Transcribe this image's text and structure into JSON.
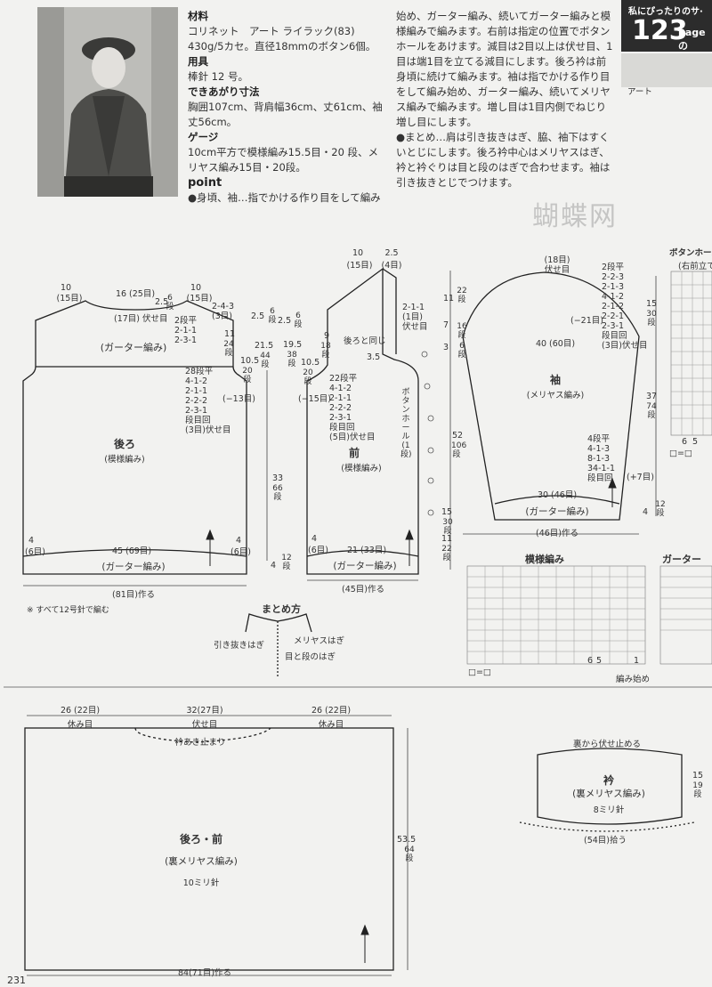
{
  "header": {
    "series_title": "私にぴったりのサ·",
    "page_number": "123",
    "page_suffix": "page の",
    "art_label": "アート"
  },
  "materials": {
    "h_material": "材料",
    "material": "コリネット　アート ライラック(83) 430g/5カセ。直径18mmのボタン6個。",
    "h_tools": "用具",
    "tools": "棒針 12 号。",
    "h_size": "できあがり寸法",
    "size": "胸囲107cm、背肩幅36cm、丈61cm、袖丈56cm。",
    "h_gauge": "ゲージ",
    "gauge": "10cm平方で模様編み15.5目・20 段、メリヤス編み15目・20段。",
    "h_point": "point",
    "point_start": "●身頃、袖…指でかける作り目をして編み"
  },
  "instructions": {
    "para1": "始め、ガーター編み、続いてガーター編みと模様編みで編みます。右前は指定の位置でボタンホールをあけます。減目は2目以上は伏せ目、1目は端1目を立てる減目にします。後ろ衿は前身頃に続けて編みます。袖は指でかける作り目をして編み始め、ガーター編み、続いてメリヤス編みで編みます。増し目は1目内側でねじり増し目にします。",
    "para2": "●まとめ…肩は引き抜きはぎ、脇、袖下はすくいとじにします。後ろ衿中心はメリヤスはぎ、衿と衿ぐりは目と段のはぎで合わせます。袖は引き抜きとじでつけます。"
  },
  "watermark": "蝴蝶网",
  "back": {
    "title": "後ろ",
    "stitch": "(模様編み)",
    "top_border": "(ガーター編み)",
    "bottom_border": "(ガーター編み)",
    "cast": "(81目)作る",
    "width": "45 (69目)",
    "shoulder_l": "10",
    "shoulder_l2": "(15目)",
    "neck_w": "16 (25目)",
    "shoulder_r": "10",
    "shoulder_r2": "(15目)",
    "neck_bind": "(17目) 伏せ目",
    "neck_drop": "2.5",
    "neck_rows": "6段",
    "neck_dec": "2段平\n2-1-1\n2-3-1",
    "shoulder_dec": "2-4-3\n(3目)",
    "armhole_h": "11",
    "armhole_rows": "24段",
    "armhole_dec": "28段平\n4-1-2\n2-1-1\n2-2-2\n2-3-1\n段目回\n(3目)伏せ目",
    "minus13": "(−13目)",
    "edge": "4",
    "edge_sts": "(6目)",
    "body_h": "33",
    "body_rows": "66段",
    "hem_h": "4",
    "hem_rows": "12段",
    "a21": "21.5",
    "a21r": "44段",
    "a105": "10.5",
    "a105r": "20段",
    "a25": "2.5",
    "a25r": "6段"
  },
  "front": {
    "title": "前",
    "stitch": "(模様編み)",
    "bottom_border": "(ガーター編み)",
    "cast": "(45目)作る",
    "width": "21 (33目)",
    "collar_w": "10",
    "collar_sts": "(15目)",
    "collar_w2": "2.5",
    "collar_sts2": "(4目)",
    "same_as_back": "後ろと同じ",
    "neck_dec": "22段平\n4-1-2\n2-1-1\n2-2-2\n2-3-1\n段目回\n(5目)伏せ目",
    "collar_dec": "2-1-1\n(1目)\n伏せ目",
    "buttonhole": "ボタンホール(1段)",
    "minus15": "(−15目)",
    "total_h": "52",
    "total_rows": "106段",
    "a11": "11",
    "a11r": "22段",
    "a7": "7",
    "a7r": "16段",
    "a3": "3",
    "a3r": "6段",
    "a35": "3.5",
    "a9": "9",
    "a9r": "18段",
    "a195": "19.5",
    "a195r": "38段",
    "a105": "10.5",
    "a105r": "20段",
    "a25": "2.5",
    "a25r": "6段",
    "a15": "15",
    "a15r": "30段",
    "a11b": "11",
    "a11br": "22段",
    "edge": "4",
    "edge_sts": "(6目)"
  },
  "sleeve": {
    "title": "袖",
    "stitch": "(メリヤス編み)",
    "border": "(ガーター編み)",
    "top_bind": "(18目)\n伏せ目",
    "top_dec": "2段平\n2-2-3\n2-1-3\n4-1-2\n2-1-2\n2-2-1\n2-3-1\n段目回\n(3目)伏せ目",
    "minus21": "(−21目)",
    "upper_w": "40 (60目)",
    "lower_w": "30 (46目)",
    "cast": "(46目)作る",
    "inc": "4段平\n4-1-3\n8-1-3\n34-1-1\n段目回",
    "plus7": "(+7目)",
    "cap_h": "15",
    "cap_rows": "30段",
    "body_h": "37",
    "body_rows": "74段",
    "cuff_h": "4",
    "cuff_rows": "12段"
  },
  "assembly": {
    "title": "まとめ方",
    "slip": "引き抜きはぎ",
    "kitchener": "メリヤスはぎ",
    "graft": "目と段のはぎ"
  },
  "note": "※ すべて12号針で編む",
  "pattern": {
    "title": "模様編み",
    "legend": "□=□",
    "start": "編み始め",
    "n6": "6",
    "n5": "5",
    "n1": "1"
  },
  "garter": {
    "title": "ガーター"
  },
  "buttonband": {
    "title": "ボタンホール",
    "sub": "(右前立て)",
    "n6": "6",
    "n5": "5",
    "legend": "□=□"
  },
  "lower_body": {
    "title": "後ろ・前",
    "stitch": "(裏メリヤス編み)",
    "needle": "10ミリ針",
    "cast": "84(71目)作る",
    "left_w": "26 (22目)",
    "left_label": "休み目",
    "mid_w": "32(27目)",
    "mid_label": "伏せ目",
    "mid_note": "衿あき止まり",
    "right_w": "26 (22目)",
    "right_label": "休み目",
    "height": "53.5",
    "rows": "64段"
  },
  "collar": {
    "title": "衿",
    "stitch": "(裏メリヤス編み)",
    "needle": "8ミリ針",
    "bind_note": "裏から伏せ止める",
    "pickup": "(54目)拾う",
    "height": "15",
    "rows": "19段"
  },
  "footer": {
    "page": "231"
  }
}
